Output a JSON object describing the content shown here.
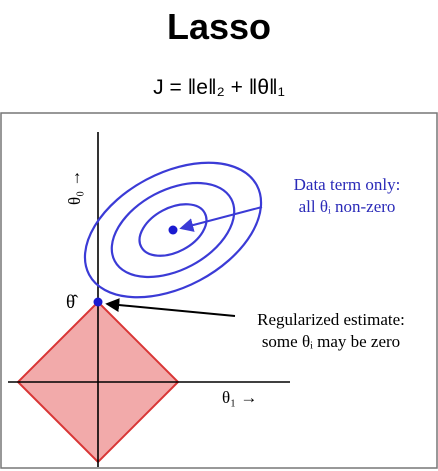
{
  "title": "Lasso",
  "formula": "J = ‖e‖₂ + ‖θ‖₁",
  "figure": {
    "axis_x_label": "θ₁ →",
    "axis_y_label": "θ₀ →",
    "theta_hat": "θ̂",
    "data_term_line1": "Data term only:",
    "data_term_line2": "all θᵢ non-zero",
    "regularized_line1": "Regularized estimate:",
    "regularized_line2": "some θᵢ may be zero"
  },
  "colors": {
    "contour": "#3b3bd6",
    "diamond_fill": "#f2aaaa",
    "diamond_stroke": "#d93636",
    "center_point": "#1a1ad0",
    "data_term_text": "#2a2ab8"
  }
}
